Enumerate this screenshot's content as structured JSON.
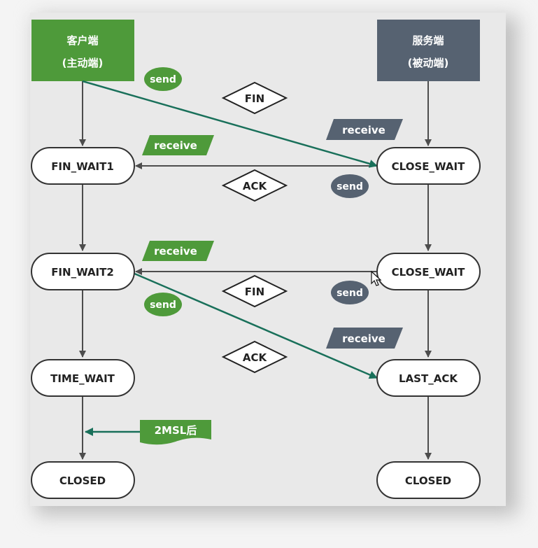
{
  "client": {
    "title": "客户端",
    "subtitle": "(主动端)",
    "color": "#4e9a3a"
  },
  "server": {
    "title": "服务端",
    "subtitle": "(被动端)",
    "color": "#566271"
  },
  "states": {
    "fin_wait1": "FIN_WAIT1",
    "fin_wait2": "FIN_WAIT2",
    "time_wait": "TIME_WAIT",
    "client_closed": "CLOSED",
    "close_wait_1": "CLOSE_WAIT",
    "close_wait_2": "CLOSE_WAIT",
    "last_ack": "LAST_ACK",
    "server_closed": "CLOSED"
  },
  "messages": {
    "fin_1": "FIN",
    "ack_1": "ACK",
    "fin_2": "FIN",
    "ack_2": "ACK"
  },
  "labels": {
    "send_1": "send",
    "receive_1": "receive",
    "receive_2": "receive",
    "send_2": "send",
    "receive_3": "receive",
    "send_3": "send",
    "send_4": "send",
    "receive_4": "receive",
    "msl": "2MSL后"
  },
  "colors": {
    "green": "#4e9a3a",
    "slate": "#566271",
    "teal_arrow": "#19705a",
    "gray_arrow": "#4d4d4d"
  }
}
